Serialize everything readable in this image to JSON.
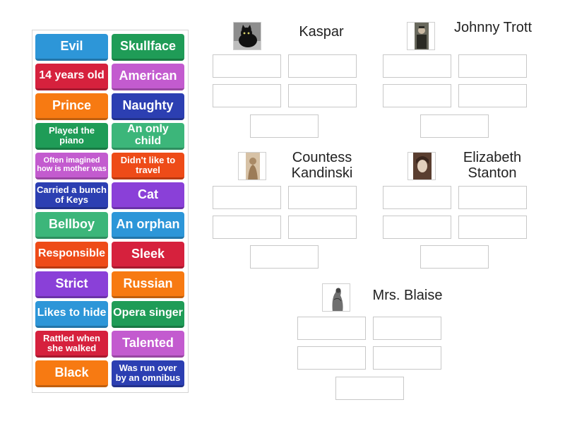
{
  "tiles": [
    {
      "label": "Evil",
      "color": "#2d96d8"
    },
    {
      "label": "Skullface",
      "color": "#1f9c57"
    },
    {
      "label": "14 years old",
      "color": "#d6213d"
    },
    {
      "label": "American",
      "color": "#c35bcf"
    },
    {
      "label": "Prince",
      "color": "#f77a12"
    },
    {
      "label": "Naughty",
      "color": "#2c3fb2"
    },
    {
      "label": "Played the piano",
      "color": "#1f9c57"
    },
    {
      "label": "An only child",
      "color": "#3cb67a"
    },
    {
      "label": "Often imagined how is mother was",
      "color": "#c35bcf"
    },
    {
      "label": "Didn't like to travel",
      "color": "#ee4b18"
    },
    {
      "label": "Carried a bunch of Keys",
      "color": "#2c3fb2"
    },
    {
      "label": "Cat",
      "color": "#8a40d8"
    },
    {
      "label": "Bellboy",
      "color": "#3cb67a"
    },
    {
      "label": "An orphan",
      "color": "#2d96d8"
    },
    {
      "label": "Responsible",
      "color": "#ee4b18"
    },
    {
      "label": "Sleek",
      "color": "#d6213d"
    },
    {
      "label": "Strict",
      "color": "#8a40d8"
    },
    {
      "label": "Russian",
      "color": "#f77a12"
    },
    {
      "label": "Likes to hide",
      "color": "#2d96d8"
    },
    {
      "label": "Opera singer",
      "color": "#1f9c57"
    },
    {
      "label": "Rattled when she walked",
      "color": "#d6213d"
    },
    {
      "label": "Talented",
      "color": "#c35bcf"
    },
    {
      "label": "Black",
      "color": "#f77a12"
    },
    {
      "label": "Was run over by an omnibus",
      "color": "#2c3fb2"
    }
  ],
  "groups": [
    {
      "name": "Kaspar",
      "image": "black-cat-photo"
    },
    {
      "name": "Johnny Trott",
      "image": "boy-portrait-photo"
    },
    {
      "name": "Countess Kandinski",
      "image": "countess-portrait-photo"
    },
    {
      "name": "Elizabeth Stanton",
      "image": "girl-portrait-photo"
    },
    {
      "name": "Mrs. Blaise",
      "image": "woman-sketch-photo"
    }
  ]
}
